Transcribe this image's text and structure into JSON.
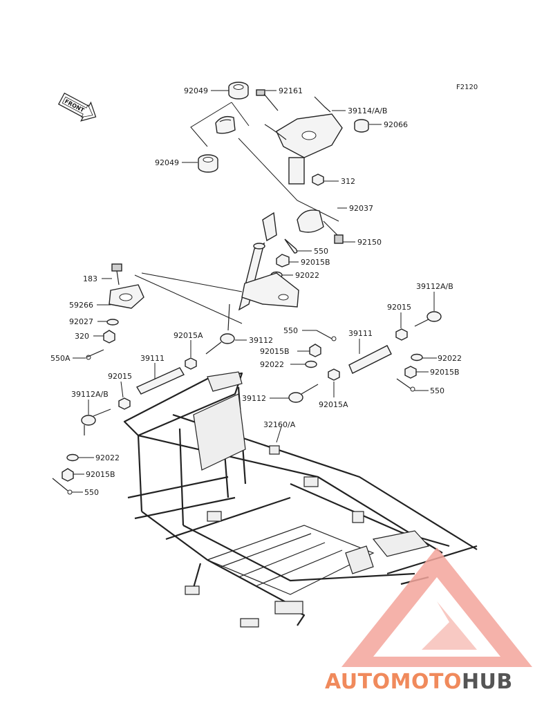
{
  "figure_code": "F2120",
  "front_marker": "FRONT",
  "labels": {
    "l92049_top": "92049",
    "l92161": "92161",
    "l39114": "39114/A/B",
    "l92066": "92066",
    "l92049_left": "92049",
    "l312": "312",
    "l92037": "92037",
    "l550_top": "550",
    "l92150": "92150",
    "l92015B_top": "92015B",
    "l92022_top": "92022",
    "l183": "183",
    "l59266": "59266",
    "l92027": "92027",
    "l320": "320",
    "l550A": "550A",
    "l92015A_left": "92015A",
    "l39112_center": "39112",
    "l39111_left": "39111",
    "l92015_left": "92015",
    "l39112AB_left": "39112A/B",
    "l550_mid": "550",
    "l39111_right": "39111",
    "l92015B_mid": "92015B",
    "l92022_mid": "92022",
    "l39112_mid": "39112",
    "l92015A_mid": "92015A",
    "l39112AB_right": "39112A/B",
    "l92015_right": "92015",
    "l92022_right": "92022",
    "l92015B_right": "92015B",
    "l550_right": "550",
    "l32160": "32160/A",
    "l92022_bottom": "92022",
    "l92015B_bottom": "92015B",
    "l550_bottom": "550"
  },
  "watermark": {
    "part1": "AUTOMOTO",
    "part2": "HUB",
    "color_light": "#f6c39a",
    "color_mid": "#f08a7c",
    "color_dark": "#555555"
  }
}
